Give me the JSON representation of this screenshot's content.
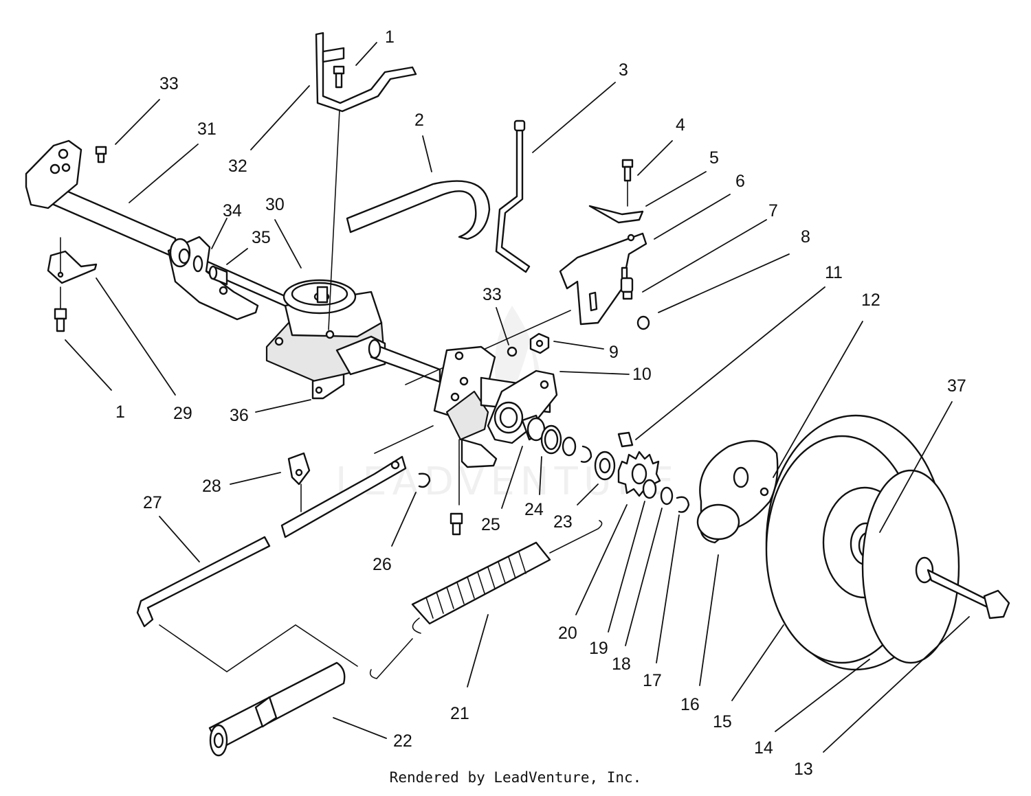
{
  "credit": "Rendered by LeadVenture, Inc.",
  "watermark": "LEADVENTURE",
  "callouts": {
    "c1_top": "1",
    "c1_bottom": "1",
    "c2": "2",
    "c3": "3",
    "c4": "4",
    "c5": "5",
    "c6": "6",
    "c7": "7",
    "c8": "8",
    "c9": "9",
    "c10": "10",
    "c11": "11",
    "c12": "12",
    "c13": "13",
    "c14": "14",
    "c15": "15",
    "c16": "16",
    "c17": "17",
    "c18": "18",
    "c19": "19",
    "c20": "20",
    "c21": "21",
    "c22": "22",
    "c23": "23",
    "c24": "24",
    "c25": "25",
    "c26": "26",
    "c27": "27",
    "c28": "28",
    "c29": "29",
    "c30": "30",
    "c31": "31",
    "c32": "32",
    "c33_top": "33",
    "c33_mid": "33",
    "c34": "34",
    "c35": "35",
    "c36": "36",
    "c37": "37"
  }
}
